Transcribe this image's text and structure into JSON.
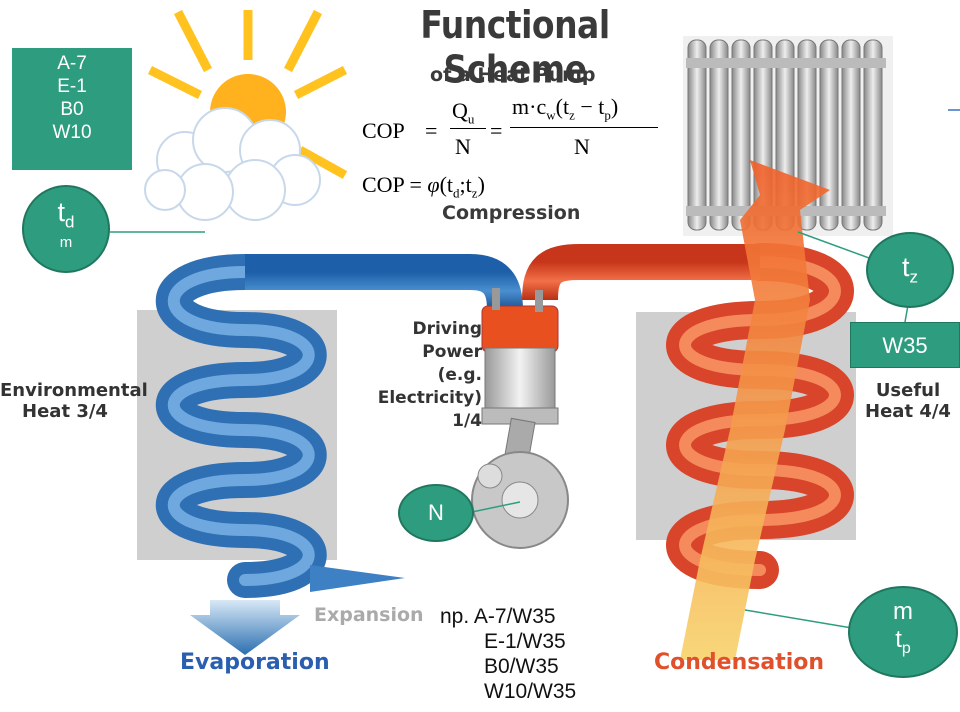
{
  "title": "Functional Scheme",
  "subtitle": "of a Heat Pump",
  "formula": {
    "cop": "COP",
    "eq": "=",
    "q": "Q",
    "q_sub": "u",
    "n": "N",
    "m": "m",
    "dot": "·",
    "c": "c",
    "c_sub": "w",
    "paren_open": "(",
    "t": "t",
    "z_sub": "z",
    "minus": "−",
    "p_sub": "p",
    "paren_close": ")",
    "phi": "φ",
    "d_sub": "d",
    "semicolon": ";"
  },
  "compression": "Compression",
  "driving_power": [
    "Driving",
    "Power",
    "(e.g. Electricity)",
    "1/4"
  ],
  "environmental_heat": [
    "Environmental",
    "Heat 3/4"
  ],
  "useful_heat": [
    "Useful",
    "Heat 4/4"
  ],
  "expansion": "Expansion",
  "evaporation": "Evaporation",
  "condensation": "Condensation",
  "outdoor_box": [
    "A-7",
    "E-1",
    "B0",
    "W10"
  ],
  "td_circle": {
    "t": "t",
    "sub": "d",
    "m": "m"
  },
  "tz_circle": {
    "t": "t",
    "sub": "z"
  },
  "w35_box": "W35",
  "n_circle": "N",
  "mtp_circle": {
    "m": "m",
    "t": "t",
    "sub": "p"
  },
  "example": [
    "np. A-7/W35",
    "E-1/W35",
    "B0/W35",
    "W10/W35"
  ],
  "colors": {
    "green": "#2e9d7f",
    "blue": "#2a6fb0",
    "red": "#e0502a",
    "orange": "#f5a040"
  }
}
